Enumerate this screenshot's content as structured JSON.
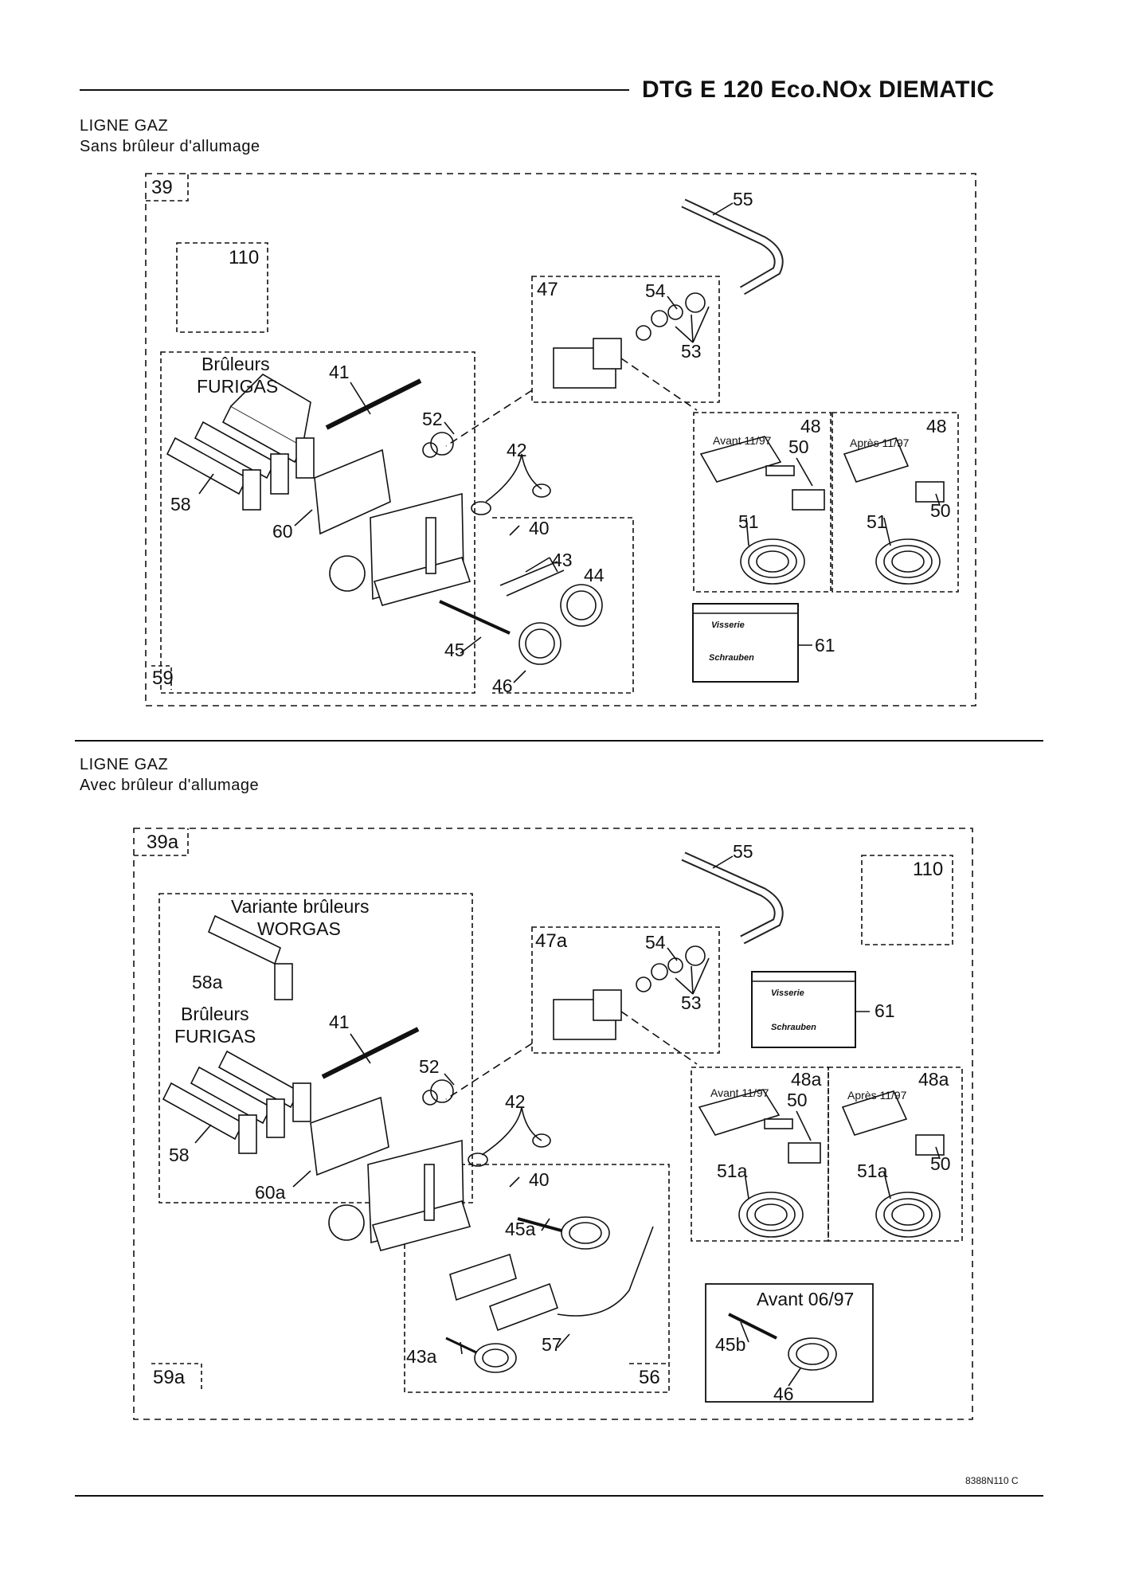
{
  "header": {
    "title": "DTG E 120 Eco.NOx DIEMATIC"
  },
  "section1": {
    "line1": "LIGNE GAZ",
    "line2": "Sans brûleur d'allumage",
    "box_main": "39",
    "box_bottom": "59",
    "box_110": "110",
    "box_47": "47",
    "burners_1": "Brûleurs",
    "burners_2": "FURIGAS",
    "avant": "Avant 11/97",
    "apres": "Après 11/97",
    "screws_1": "Visserie",
    "screws_2": "Schrauben",
    "labels": [
      "55",
      "54",
      "53",
      "41",
      "52",
      "42",
      "48",
      "50",
      "48",
      "50",
      "58",
      "60",
      "40",
      "43",
      "44",
      "51",
      "51",
      "45",
      "46",
      "61"
    ]
  },
  "section2": {
    "line1": "LIGNE GAZ",
    "line2": "Avec brûleur d'allumage",
    "box_main": "39a",
    "box_bottom": "59a",
    "box_110": "110",
    "box_47": "47a",
    "box_56": "56",
    "variant_1": "Variante brûleurs",
    "variant_2": "WORGAS",
    "burners_1": "Brûleurs",
    "burners_2": "FURIGAS",
    "avant": "Avant 11/97",
    "apres": "Après 11/97",
    "avant_0697": "Avant 06/97",
    "screws_1": "Visserie",
    "screws_2": "Schrauben",
    "labels": [
      "55",
      "54",
      "53",
      "58a",
      "41",
      "52",
      "42",
      "48a",
      "50",
      "48a",
      "50",
      "58",
      "60a",
      "40",
      "45a",
      "51a",
      "51a",
      "43a",
      "57",
      "45b",
      "46",
      "61"
    ]
  },
  "footer": {
    "ref": "8388N110 C"
  }
}
